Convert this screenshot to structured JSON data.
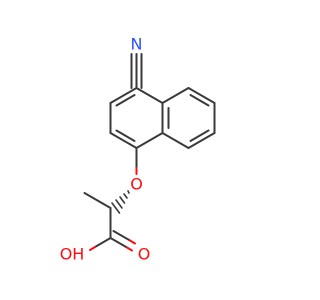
{
  "molecule": {
    "atoms": {
      "nitrile_n": {
        "symbol": "N",
        "color": "#3050f8"
      },
      "ether_o": {
        "symbol": "O",
        "color": "#ff0d0d"
      },
      "carbonyl_o": {
        "symbol": "O",
        "color": "#ff0d0d"
      },
      "hydroxyl": {
        "symbol": "OH",
        "color": "#ff0d0d"
      }
    },
    "bond_color": "#3a3a3a"
  }
}
